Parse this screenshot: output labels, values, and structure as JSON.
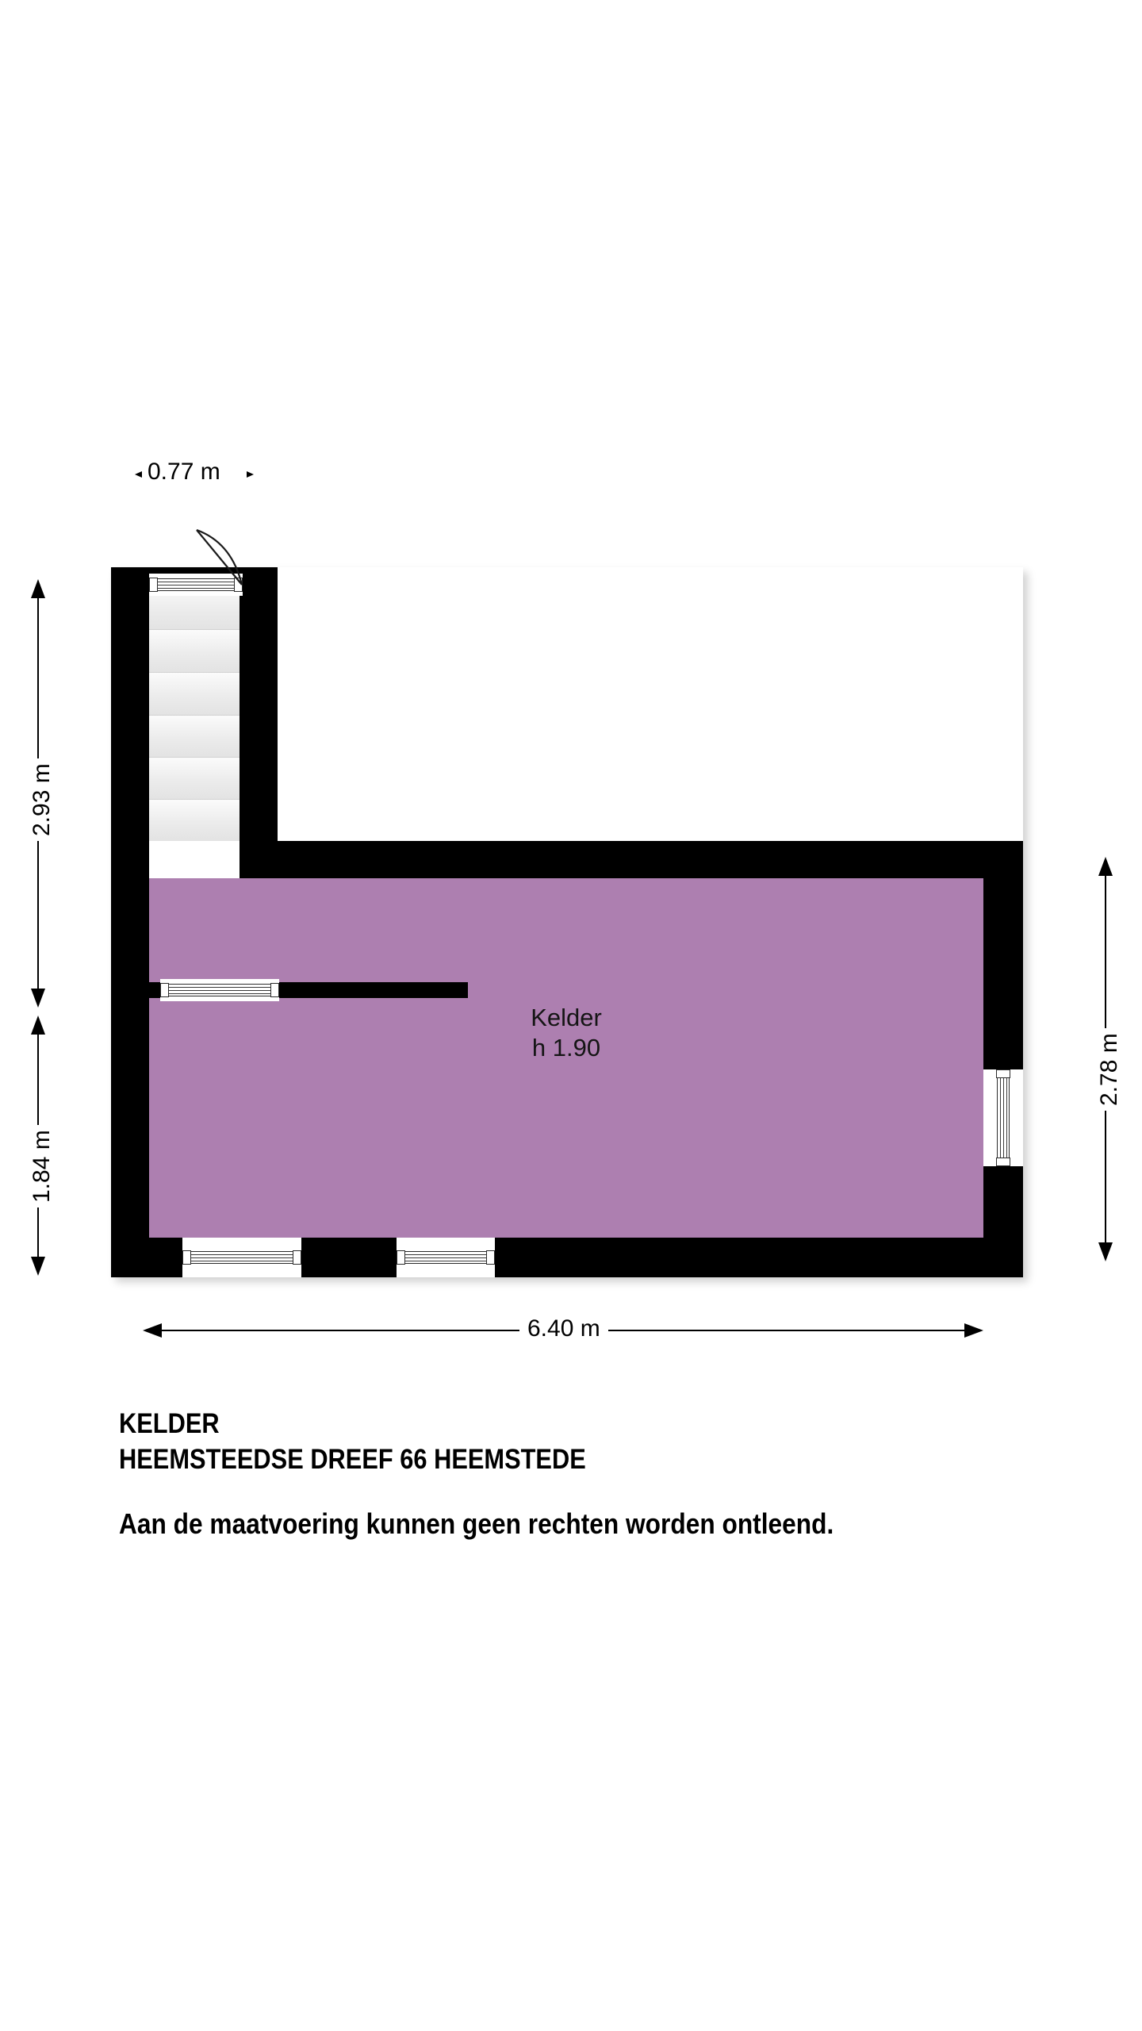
{
  "document": {
    "title": "KELDER",
    "address": "HEEMSTEEDSE DREEF 66 HEEMSTEDE",
    "disclaimer": "Aan de maatvoering kunnen geen rechten worden ontleend."
  },
  "plan": {
    "room": {
      "name": "Kelder",
      "height_label": "h 1.90",
      "fill_color": "#ad7fb0"
    },
    "wall_color": "#000000",
    "stair_color": "#ededed",
    "stair_tread_count": 6
  },
  "dimensions": {
    "top": "0.77 m",
    "left_upper": "2.93 m",
    "left_lower": "1.84 m",
    "right": "2.78 m",
    "bottom": "6.40 m"
  },
  "features": {
    "door_stairwell": "door-swing-icon",
    "window_interior_wall": "window-icon",
    "window_bottom_left": "window-icon",
    "window_bottom_right": "window-icon",
    "window_right_wall": "window-icon"
  }
}
